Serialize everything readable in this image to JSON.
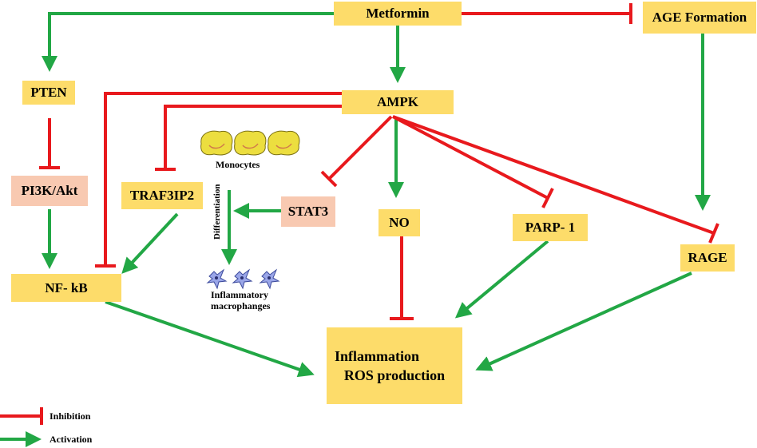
{
  "nodes": {
    "metformin": "Metformin",
    "age_formation": "AGE Formation",
    "pten": "PTEN",
    "ampk": "AMPK",
    "pi3k_akt": "PI3K/Akt",
    "traf3ip2": "TRAF3IP2",
    "stat3": "STAT3",
    "no": "NO",
    "parp1": "PARP- 1",
    "rage": "RAGE",
    "nfkb": "NF- kB",
    "inflammation_line1": "Inflammation",
    "inflammation_line2": "ROS production"
  },
  "labels": {
    "monocytes": "Monocytes",
    "differentiation": "Differentiation",
    "macrophages_line1": "Inflammatory",
    "macrophages_line2": "macrophanges"
  },
  "legend": {
    "inhibition": "Inhibition",
    "activation": "Activation"
  },
  "colors": {
    "node_fill": "#fddc6a",
    "node_fill_alt": "#f8c9b1",
    "inhibition": "#e8191d",
    "activation": "#22a745",
    "monocyte": "#ecde3f",
    "macrophage": "#9aa6e8"
  },
  "edges": [
    {
      "from": "metformin",
      "to": "pten",
      "type": "activation"
    },
    {
      "from": "metformin",
      "to": "ampk",
      "type": "activation"
    },
    {
      "from": "metformin",
      "to": "age_formation",
      "type": "inhibition"
    },
    {
      "from": "age_formation",
      "to": "rage",
      "type": "activation"
    },
    {
      "from": "pten",
      "to": "pi3k_akt",
      "type": "inhibition"
    },
    {
      "from": "pi3k_akt",
      "to": "nfkb",
      "type": "activation"
    },
    {
      "from": "ampk",
      "to": "nfkb",
      "type": "inhibition"
    },
    {
      "from": "ampk",
      "to": "traf3ip2",
      "type": "inhibition"
    },
    {
      "from": "traf3ip2",
      "to": "nfkb",
      "type": "activation"
    },
    {
      "from": "ampk",
      "to": "stat3",
      "type": "inhibition"
    },
    {
      "from": "ampk",
      "to": "no",
      "type": "activation"
    },
    {
      "from": "ampk",
      "to": "parp1",
      "type": "inhibition"
    },
    {
      "from": "ampk",
      "to": "rage",
      "type": "inhibition"
    },
    {
      "from": "stat3",
      "to": "differentiation",
      "type": "activation"
    },
    {
      "from": "monocytes",
      "to": "macrophages",
      "type": "activation"
    },
    {
      "from": "no",
      "to": "inflammation",
      "type": "inhibition"
    },
    {
      "from": "parp1",
      "to": "inflammation",
      "type": "activation"
    },
    {
      "from": "rage",
      "to": "inflammation",
      "type": "activation"
    },
    {
      "from": "nfkb",
      "to": "inflammation",
      "type": "activation"
    }
  ]
}
